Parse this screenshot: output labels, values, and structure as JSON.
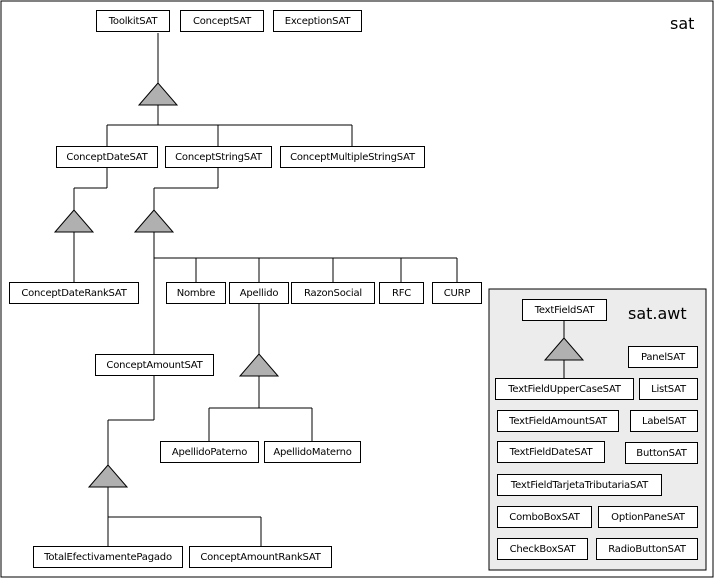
{
  "colors": {
    "background": "#ffffff",
    "line": "#000000",
    "triangle_fill": "#b0b0b0",
    "awt_panel": "#ececec"
  },
  "packages": {
    "sat": {
      "title": "sat"
    },
    "awt": {
      "title": "sat.awt"
    }
  },
  "classes": {
    "toolkit": "ToolkitSAT",
    "concept": "ConceptSAT",
    "exception": "ExceptionSAT",
    "concept_date": "ConceptDateSAT",
    "concept_string": "ConceptStringSAT",
    "concept_multiple_string": "ConceptMultipleStringSAT",
    "concept_date_rank": "ConceptDateRankSAT",
    "nombre": "Nombre",
    "apellido": "Apellido",
    "razon_social": "RazonSocial",
    "rfc": "RFC",
    "curp": "CURP",
    "concept_amount": "ConceptAmountSAT",
    "apellido_paterno": "ApellidoPaterno",
    "apellido_materno": "ApellidoMaterno",
    "total_efectivamente_pagado": "TotalEfectivamentePagado",
    "concept_amount_rank": "ConceptAmountRankSAT",
    "textfield": "TextFieldSAT",
    "panel": "PanelSAT",
    "textfield_upper": "TextFieldUpperCaseSAT",
    "list": "ListSAT",
    "textfield_amount": "TextFieldAmountSAT",
    "label": "LabelSAT",
    "textfield_date": "TextFieldDateSAT",
    "button": "ButtonSAT",
    "textfield_tarjeta": "TextFieldTarjetaTributariaSAT",
    "combobox": "ComboBoxSAT",
    "optionpane": "OptionPaneSAT",
    "checkbox": "CheckBoxSAT",
    "radiobutton": "RadioButtonSAT"
  }
}
